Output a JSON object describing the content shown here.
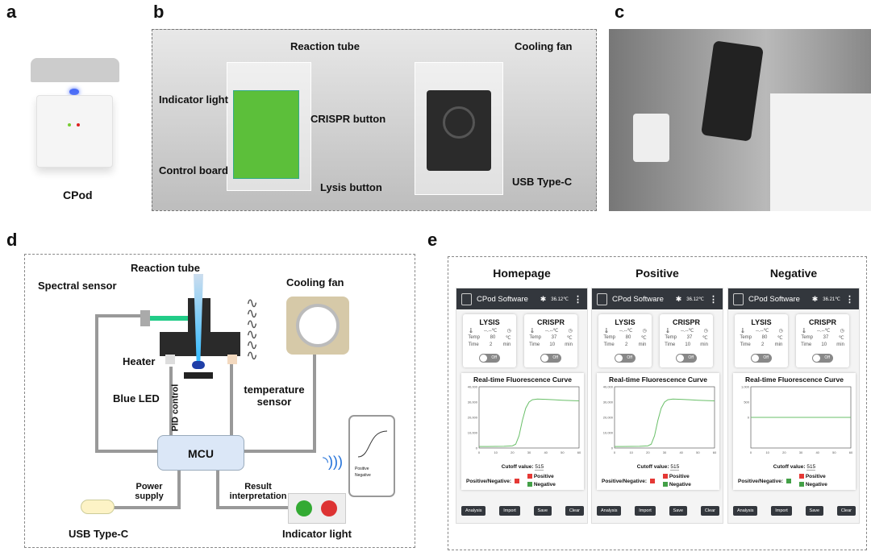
{
  "panels": {
    "a": "a",
    "b": "b",
    "c": "c",
    "d": "d",
    "e": "e"
  },
  "a": {
    "caption": "CPod"
  },
  "b": {
    "labels": [
      "Reaction tube",
      "Indicator light",
      "CRISPR button",
      "Control board",
      "Lysis button",
      "Cooling fan",
      "USB Type-C"
    ]
  },
  "d": {
    "labels": {
      "reaction_tube": "Reaction tube",
      "spectral_sensor": "Spectral sensor",
      "cooling_fan": "Cooling fan",
      "heater": "Heater",
      "blue_led": "Blue LED",
      "temp_sensor": "temperature sensor",
      "pid": "PID control",
      "mcu": "MCU",
      "power": "Power supply",
      "result": "Result interpretation",
      "usb": "USB Type-C",
      "indicator": "Indicator light"
    },
    "phone": {
      "positive": "Positive",
      "negative": "Negative"
    }
  },
  "e": {
    "screens": [
      {
        "title": "Homepage",
        "temp": "36.12℃",
        "result_color": "#e53935",
        "chart_index": 0
      },
      {
        "title": "Positive",
        "temp": "36.12℃",
        "result_color": "#e53935",
        "chart_index": 0
      },
      {
        "title": "Negative",
        "temp": "36.21℃",
        "result_color": "#43a047",
        "chart_index": 1
      }
    ],
    "app": {
      "name": "CPod Software",
      "lysis": {
        "title": "LYSIS",
        "temp": "80",
        "time": "2"
      },
      "crispr": {
        "title": "CRISPR",
        "temp": "37",
        "time": "10"
      },
      "temp_label": "Temp",
      "time_label": "Time",
      "temp_unit": "℃",
      "time_unit": "min",
      "reading": "--.--℃",
      "toggle": "Off",
      "chart_title": "Real-time Fluorescence Curve",
      "cutoff_label": "Cutoff value:",
      "cutoff": "515",
      "pn_label": "Positive/Negative:",
      "legend": {
        "positive": "Positive",
        "negative": "Negative",
        "positive_color": "#e53935",
        "negative_color": "#43a047"
      },
      "buttons": [
        "Analysis",
        "Import",
        "Save",
        "Clear"
      ]
    }
  },
  "chart_data": [
    {
      "type": "line",
      "xlim": [
        0,
        60
      ],
      "ylim": [
        0,
        40000
      ],
      "xticks": [
        0,
        10,
        20,
        30,
        40,
        50,
        60
      ],
      "yticks": [
        "0",
        "10,000",
        "20,000",
        "30,000",
        "40,000"
      ],
      "yticks_values": [
        0,
        10000,
        20000,
        30000,
        40000
      ],
      "x": [
        0,
        5,
        10,
        15,
        20,
        22,
        24,
        26,
        28,
        30,
        32,
        35,
        40,
        45,
        50,
        55,
        60
      ],
      "y": [
        1000,
        1000,
        1050,
        1100,
        1400,
        2500,
        8000,
        18000,
        26000,
        30000,
        31500,
        32000,
        31800,
        31500,
        31200,
        31000,
        30800
      ],
      "color": "#6abf69"
    },
    {
      "type": "line",
      "xlim": [
        0,
        60
      ],
      "ylim": [
        -1000,
        1000
      ],
      "xticks": [
        0,
        10,
        20,
        30,
        40,
        50,
        60
      ],
      "yticks": [
        "0",
        "500",
        "1,000"
      ],
      "yticks_values": [
        0,
        500,
        1000
      ],
      "x": [
        0,
        10,
        20,
        30,
        40,
        50,
        60
      ],
      "y": [
        0,
        0,
        0,
        0,
        0,
        0,
        0
      ],
      "color": "#6abf69"
    }
  ]
}
